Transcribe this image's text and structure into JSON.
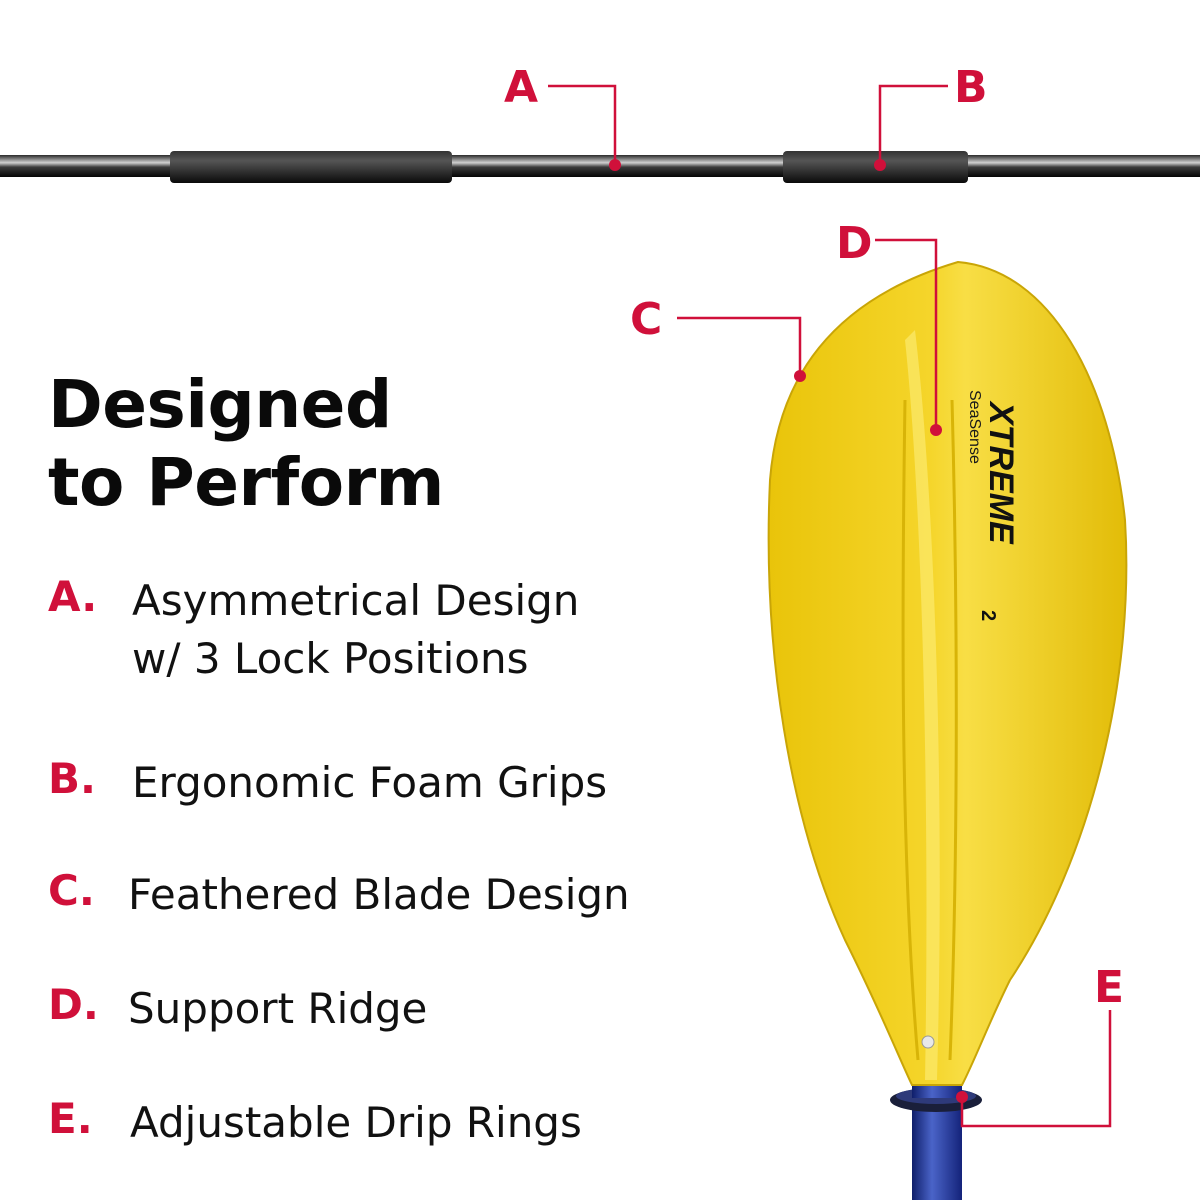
{
  "heading": {
    "line1": "Designed",
    "line2": "to Perform"
  },
  "features": [
    {
      "letter": "A.",
      "line1": "Asymmetrical Design",
      "line2": "w/ 3 Lock Positions"
    },
    {
      "letter": "B.",
      "line1": "Ergonomic Foam Grips"
    },
    {
      "letter": "C.",
      "line1": "Feathered Blade Design"
    },
    {
      "letter": "D.",
      "line1": "Support Ridge"
    },
    {
      "letter": "E.",
      "line1": "Adjustable Drip Rings"
    }
  ],
  "callouts": {
    "a": "A",
    "b": "B",
    "c": "C",
    "d": "D",
    "e": "E"
  },
  "blade_logo": {
    "brand": "SeaSense",
    "product": "XTREME",
    "suffix": "2"
  },
  "colors": {
    "accent_red": "#d0103a",
    "blade_yellow": "#f2cf0e",
    "shaft_black": "#111111",
    "shaft_blue": "#1c2d8a"
  }
}
